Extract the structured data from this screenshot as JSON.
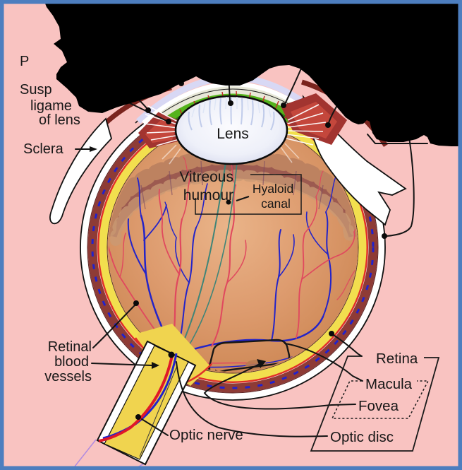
{
  "diagram": {
    "title": "human eye cross-section diagram",
    "labels": {
      "posterior_fragment": "P",
      "suspensory_line1": "Susp",
      "suspensory_line2": "ligame",
      "suspensory_line3": "of lens",
      "sclera": "Sclera",
      "lens": "Lens",
      "vitreous_line1": "Vitreous",
      "vitreous_line2": "humour",
      "hyaloid_line1": "Hyaloid",
      "hyaloid_line2": "canal",
      "retinal_line1": "Retinal",
      "retinal_line2": "blood",
      "retinal_line3": "vessels",
      "optic_nerve": "Optic nerve",
      "retina": "Retina",
      "macula": "Macula",
      "fovea": "Fovea",
      "optic_disc": "Optic disc"
    },
    "colors": {
      "background": "#f9c3c1",
      "frame": "#4d7ebf",
      "occlusion": "#000000",
      "sclera_white": "#ffffff",
      "choroid": "#8e3b36",
      "retina_yellow": "#f2df4e",
      "vitreous": "#dd9b6e",
      "iris_green": "#55b31c",
      "cornea": "#d8d8f4",
      "vessel_red": "#e0485e",
      "vessel_blue": "#2424c8",
      "hyaloid_canal": "#3f8578",
      "optic_nerve_yellow": "#f0d44f"
    }
  }
}
